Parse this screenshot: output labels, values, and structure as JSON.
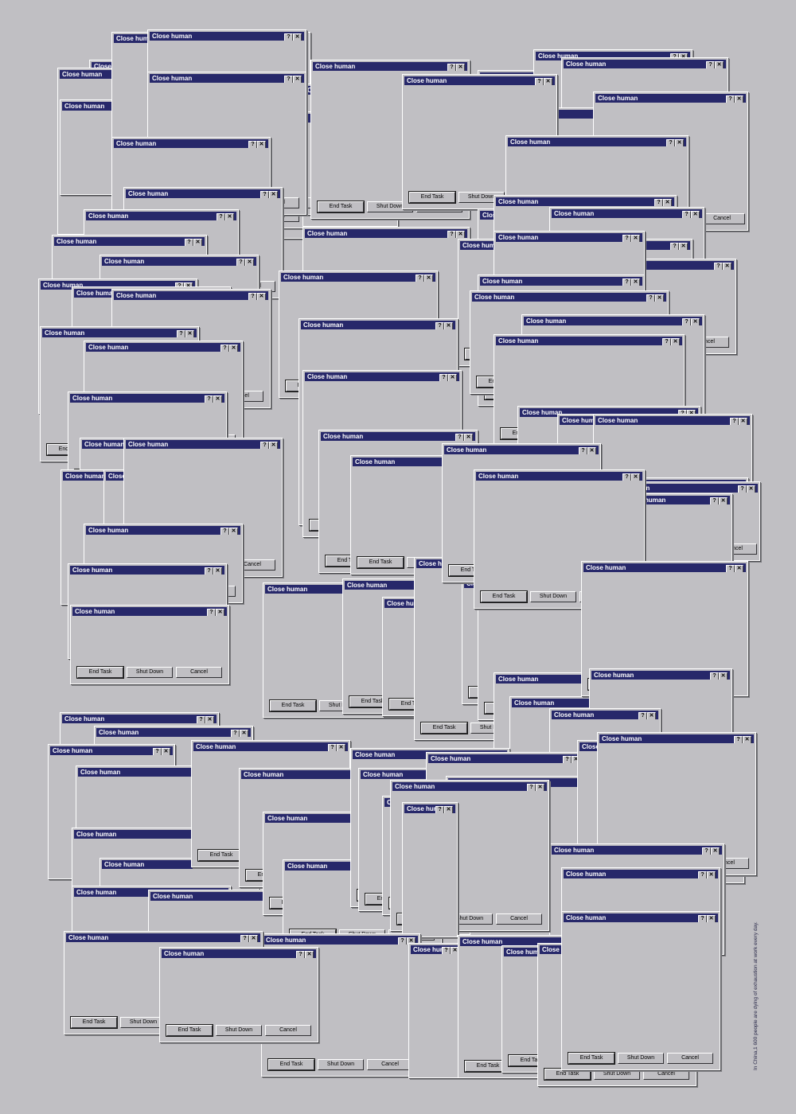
{
  "dialog": {
    "title": "Close human",
    "help_glyph": "?",
    "close_glyph": "✕",
    "buttons": [
      "End Task",
      "Shut Down",
      "Cancel"
    ]
  },
  "caption": "In China,1 600 people are dying of exhaustion at work every day.",
  "colors": {
    "background": "#c0bfc3",
    "titlebar": "#27286a",
    "caption": "#2a2a4a"
  }
}
